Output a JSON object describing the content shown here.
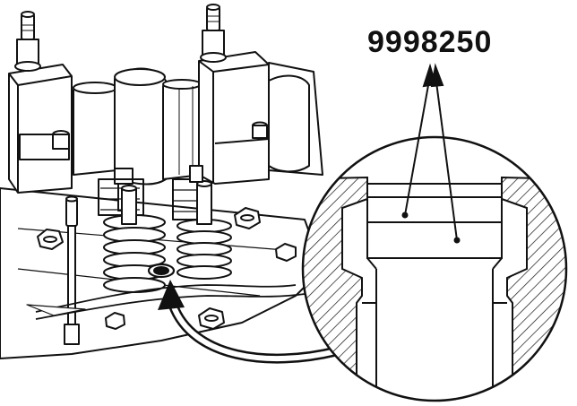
{
  "figure": {
    "part_number": "9998250",
    "colors": {
      "ink": "#111111",
      "paper": "#ffffff",
      "shade": "#bdbdbd"
    },
    "icons": [
      "camshaft-assembly-illustration",
      "valve-spring-illustration",
      "detail-zoom-circle",
      "curved-pointer-arrow"
    ]
  }
}
